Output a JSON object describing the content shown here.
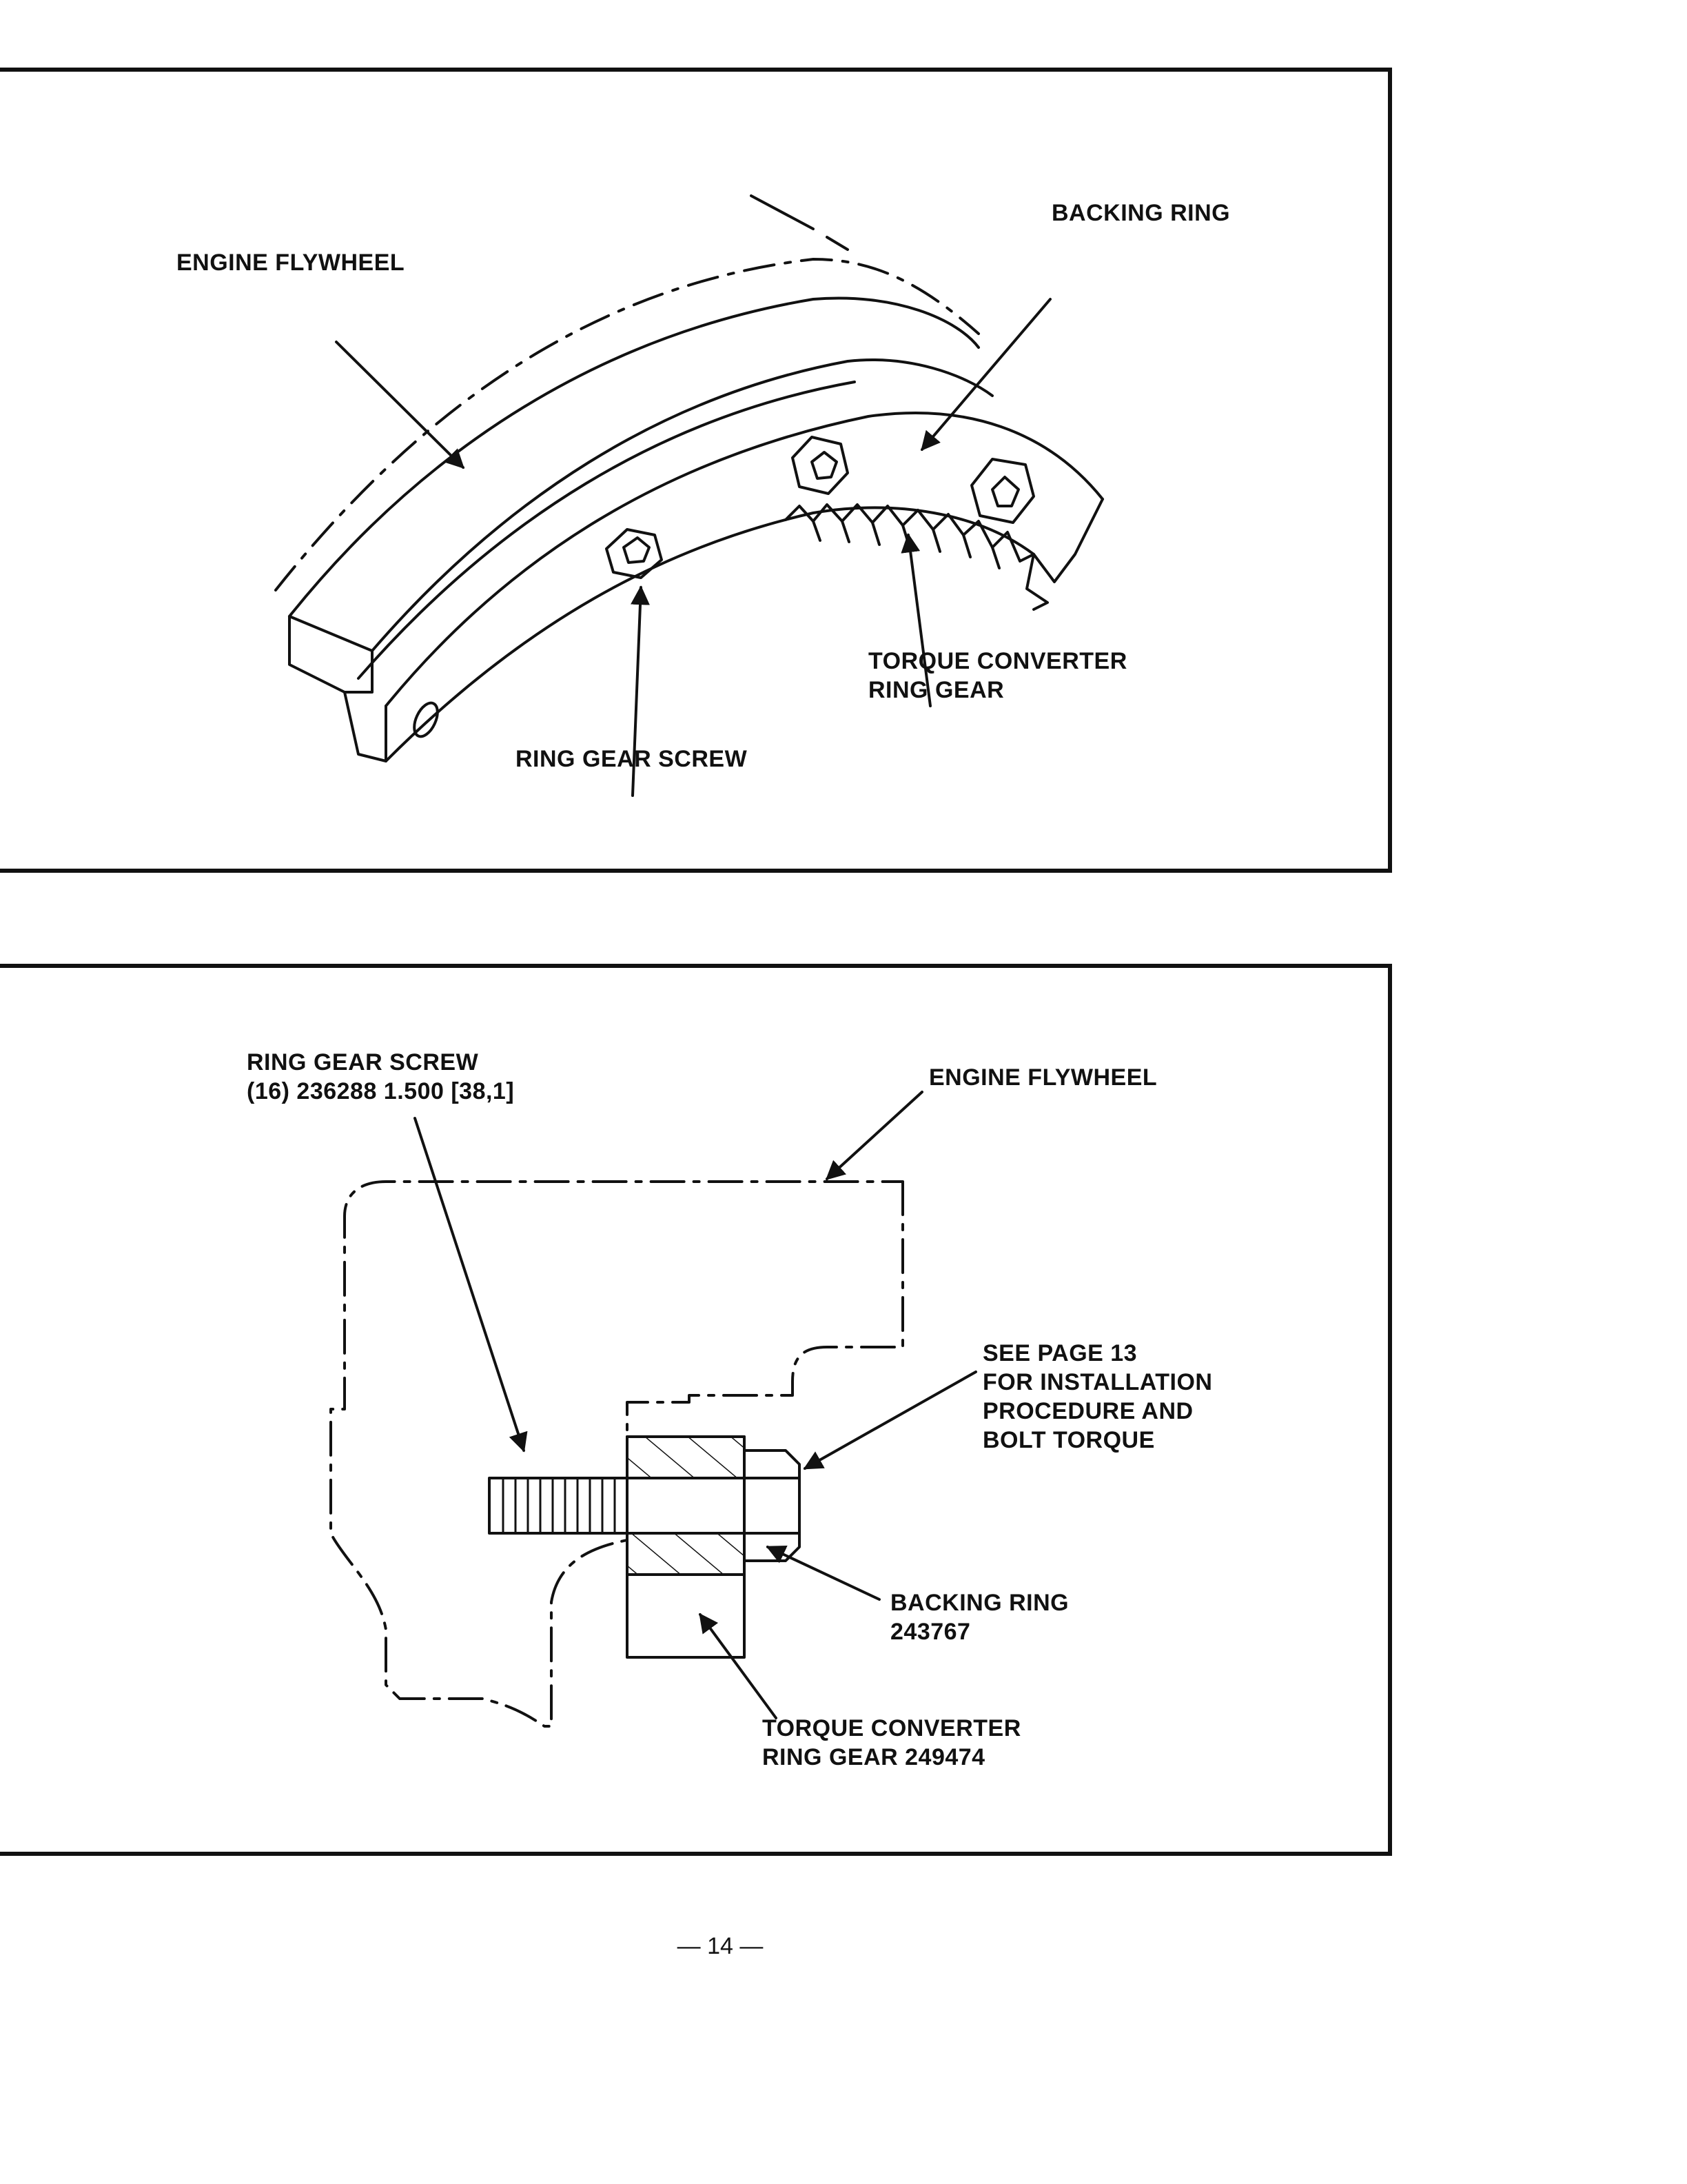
{
  "figure_top": {
    "labels": {
      "engine_flywheel": "ENGINE FLYWHEEL",
      "backing_ring": "BACKING RING",
      "torque_converter_ring_gear_line1": "TORQUE CONVERTER",
      "torque_converter_ring_gear_line2": "RING GEAR",
      "ring_gear_screw": "RING GEAR SCREW"
    }
  },
  "figure_bottom": {
    "labels": {
      "ring_gear_screw_line1": "RING GEAR SCREW",
      "ring_gear_screw_line2": "(16) 236288 1.500 [38,1]",
      "engine_flywheel": "ENGINE FLYWHEEL",
      "note_line1": "SEE PAGE 13",
      "note_line2": "FOR INSTALLATION",
      "note_line3": "PROCEDURE AND",
      "note_line4": "BOLT TORQUE",
      "backing_ring_line1": "BACKING RING",
      "backing_ring_line2": "243767",
      "torque_converter_line1": "TORQUE CONVERTER",
      "torque_converter_line2": "RING GEAR 249474"
    }
  },
  "page_number": "— 14 —"
}
